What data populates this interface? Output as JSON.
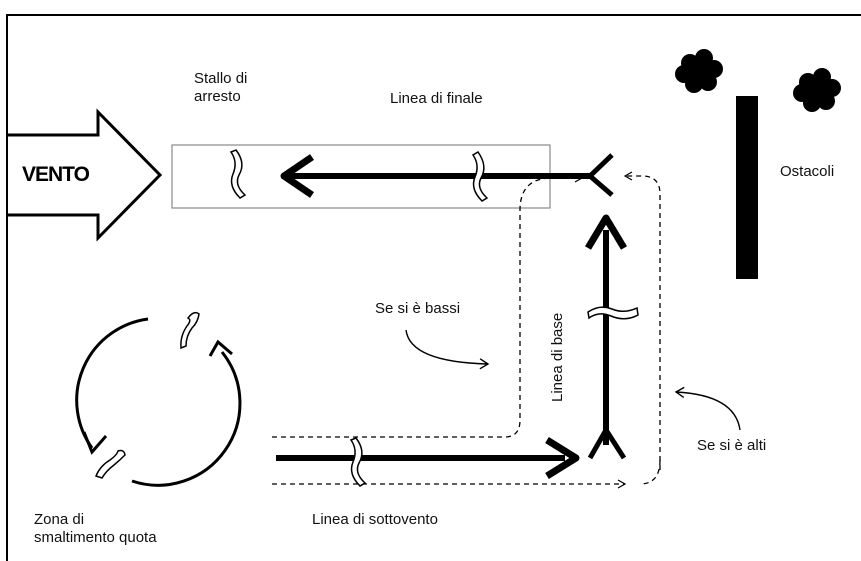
{
  "labels": {
    "wind": "VENTO",
    "stall": "Stallo di\narresto",
    "final": "Linea di finale",
    "obstacles": "Ostacoli",
    "base": "Linea di base",
    "if_low": "Se si è bassi",
    "if_high": "Se si è alti",
    "downwind": "Linea di sottovento",
    "altitude_zone": "Zona di\nsmaltimento quota"
  }
}
